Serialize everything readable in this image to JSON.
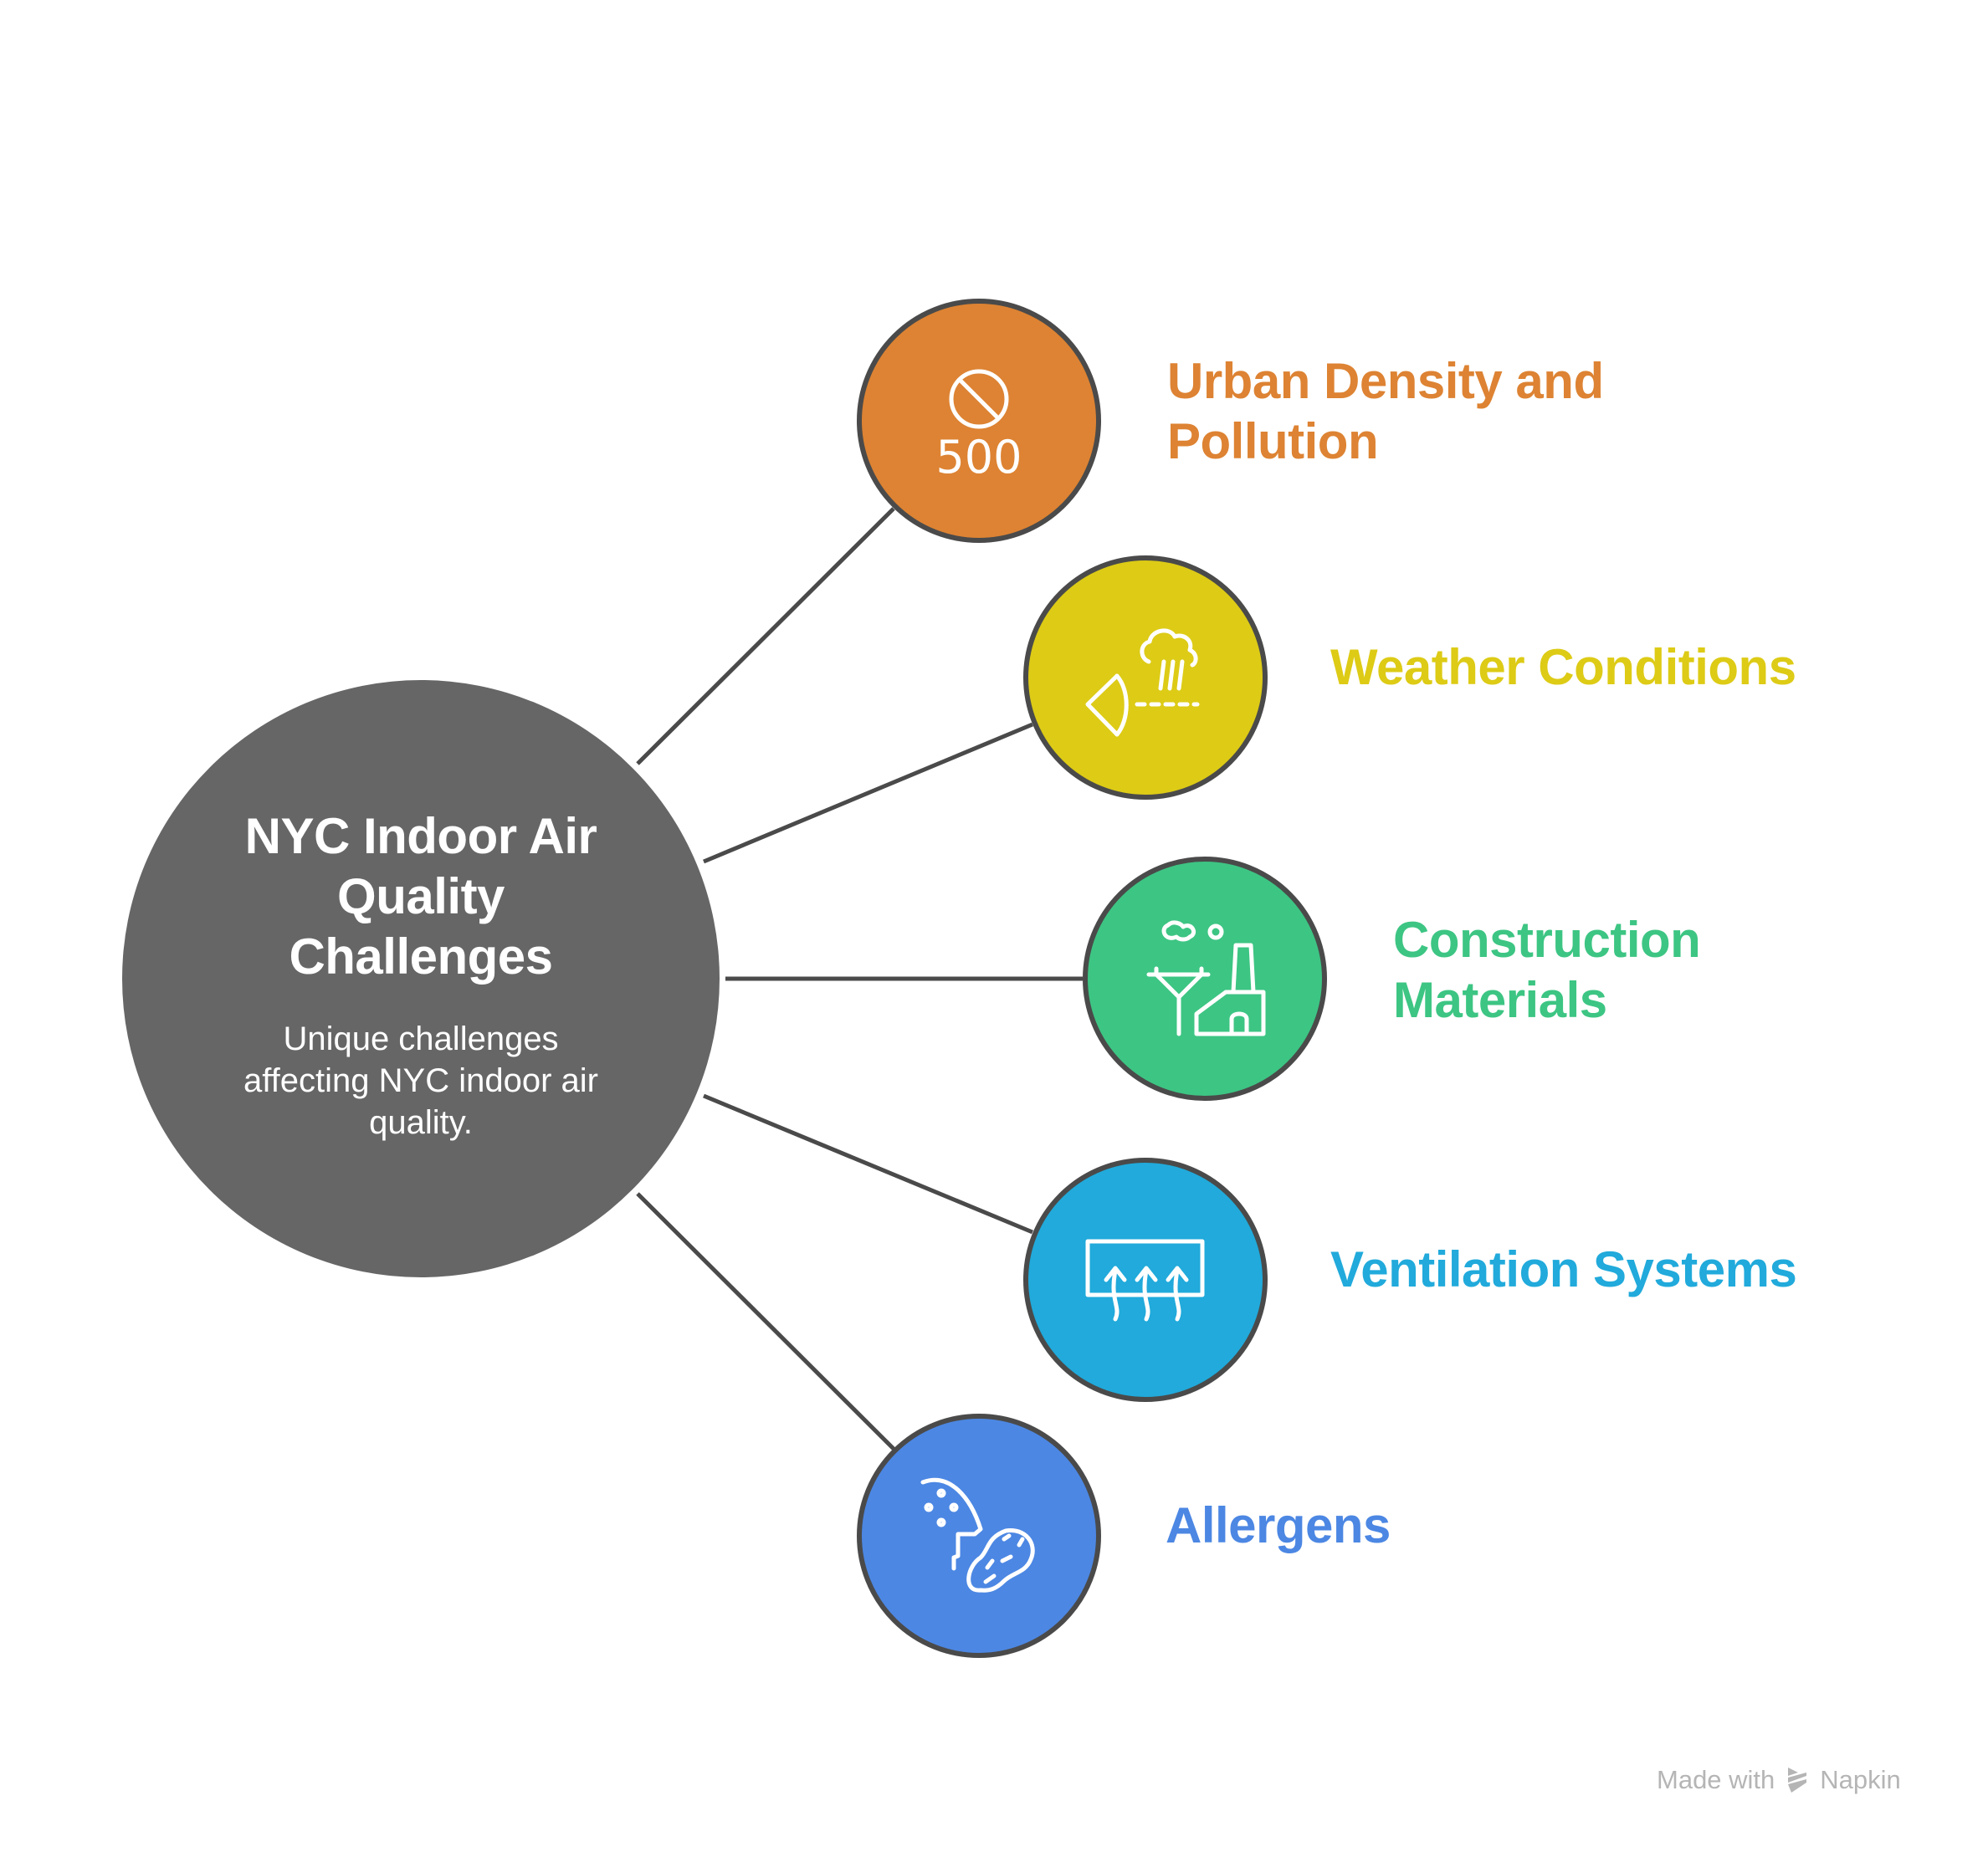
{
  "diagram": {
    "center": {
      "title_lines": [
        "NYC Indoor Air",
        "Quality",
        "Challenges"
      ],
      "subtitle_lines": [
        "Unique challenges",
        "affecting NYC indoor air",
        "quality."
      ],
      "fill": "#666666"
    },
    "nodes": [
      {
        "id": "urban-density",
        "label_lines": [
          "Urban Density and",
          "Pollution"
        ],
        "color": "#DD8333",
        "icon": "no-sign-500-icon",
        "icon_text": "500"
      },
      {
        "id": "weather",
        "label_lines": [
          "Weather Conditions"
        ],
        "color": "#DDCB16",
        "icon": "rain-cloud-icon"
      },
      {
        "id": "construction",
        "label_lines": [
          "Construction",
          "Materials"
        ],
        "color": "#3DC583",
        "icon": "factory-icon"
      },
      {
        "id": "ventilation",
        "label_lines": [
          "Ventilation Systems"
        ],
        "color": "#21AADB",
        "icon": "air-vent-icon"
      },
      {
        "id": "allergens",
        "label_lines": [
          "Allergens"
        ],
        "color": "#4C87E3",
        "icon": "allergy-peanut-icon"
      }
    ],
    "connector_color": "#4a4a4a"
  },
  "watermark": {
    "prefix": "Made with",
    "brand": "Napkin",
    "icon": "napkin-logo-icon",
    "color": "#b5b5b5"
  }
}
